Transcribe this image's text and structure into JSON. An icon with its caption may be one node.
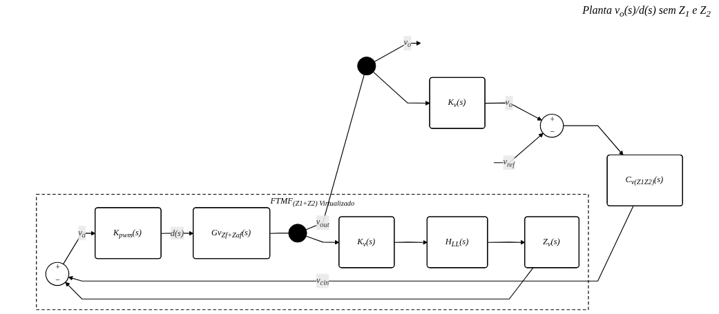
{
  "diagram": {
    "nodes": [
      {
        "text": [
          "FTMF$_{(Z1+Z2) Virtualizado}$"
        ]
      },
      {
        "text": [
          "+",
          "−"
        ]
      },
      {
        "text": [
          "C$_{v(Z1Z2)}$(s)"
        ]
      },
      {
        "text": [
          "+",
          "−"
        ],
        "in": 0
      },
      {
        "text": [
          "K$_{pwm}$(s)"
        ],
        "in": 0
      },
      {
        "text": [
          "Gv$_{Zf+Zaf}$(s)"
        ],
        "in": 0
      },
      {
        "text": [
          "K$_{v}$(s)"
        ],
        "in": 0
      },
      {
        "text": [
          "H$_{LL}$(s)"
        ],
        "in": 0
      },
      {
        "text": [
          "Z$_{v}$(s)"
        ],
        "in": 0
      },
      {
        "text": [
          "K$_{v}$(s)"
        ]
      },
      {
        "text": [],
        "shape": "circle",
        "in": 0
      },
      {
        "text": [],
        "shape": "circle"
      }
    ],
    "edges": [
      {
        "from": null,
        "to": 1,
        "arrow": "to",
        "label": "v$_{ref}$"
      },
      {
        "from": 1,
        "to": 2,
        "arrow": "to"
      },
      {
        "from": 2,
        "to": 3,
        "arrow": "to",
        "label": "v$_{cin}$"
      },
      {
        "from": 3,
        "to": 4,
        "arrow": "to",
        "label": "v$_{a}$"
      },
      {
        "from": 4,
        "to": 5,
        "arrow": "to",
        "label": "d(s)"
      },
      {
        "from": 5,
        "to": 10,
        "arrow": "none"
      },
      {
        "from": 10,
        "to": 11,
        "arrow": "none",
        "label": "v$_{out}$"
      },
      {
        "from": 11,
        "to": null,
        "arrow": "to",
        "label": "v$_{o}$"
      },
      {
        "from": 10,
        "to": 6,
        "arrow": "to"
      },
      {
        "from": 6,
        "to": 7,
        "arrow": "to"
      },
      {
        "from": 7,
        "to": 8,
        "arrow": "to"
      },
      {
        "from": 8,
        "to": 3,
        "arrow": "to"
      },
      {
        "from": 11,
        "to": 9,
        "arrow": "to"
      },
      {
        "from": 9,
        "to": 1,
        "arrow": "to",
        "label": "v$_{o}$"
      }
    ],
    "labels": [
      "Planta v$_{o}$(s)/d(s) sem Z$_{1}$ e Z$_{2}$"
    ]
  }
}
